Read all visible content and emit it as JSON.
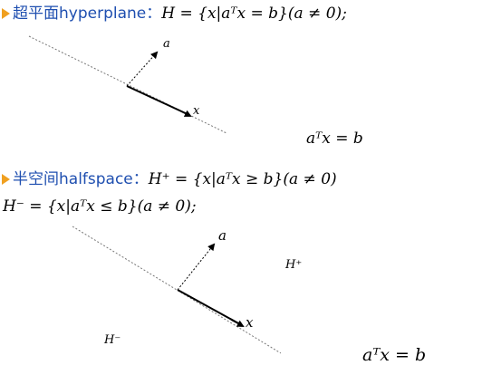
{
  "hyperplane": {
    "heading": "超平面hyperplane：",
    "formula": "H = {x|aᵀx = b}(a ≠ 0);",
    "labels": {
      "normal": "a",
      "point": "x",
      "equation": "aᵀx = b"
    }
  },
  "halfspace": {
    "heading": "半空间halfspace：",
    "formula_plus": "H⁺ = {x|aᵀx ≥ b}(a ≠ 0)",
    "formula_minus": "H⁻ = {x|aᵀx ≤ b}(a ≠ 0);",
    "labels": {
      "normal": "a",
      "point": "x",
      "h_plus": "H⁺",
      "h_minus": "H⁻",
      "equation": "aᵀx = b"
    }
  },
  "colors": {
    "heading": "#1f4fb0",
    "bullet": "#f0a020",
    "line": "#000000"
  }
}
